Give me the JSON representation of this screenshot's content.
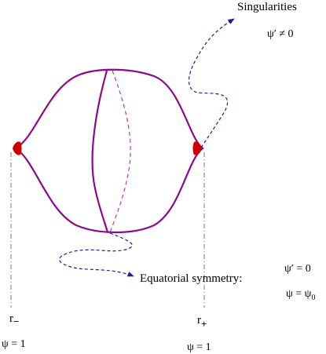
{
  "labels": {
    "singularities": "Singularities",
    "psi_prime_neq": "ψ′ ≠ 0",
    "equatorial_symmetry": "Equatorial symmetry:",
    "psi_prime_zero": "ψ′ = 0",
    "psi_eq_psi0": "ψ  = ψ",
    "psi0_sub": "0",
    "r_minus": "r",
    "r_minus_sub": "−",
    "r_plus": "r",
    "r_plus_sub": "+",
    "psi_one_left": "ψ  = 1",
    "psi_one_right": "ψ  = 1"
  },
  "colors": {
    "outline": "#8b0a8b",
    "meridian_dashed": "#c030c0",
    "singular_fill": "#cc0000",
    "arrow": "#1a1a9a",
    "guide": "#777777",
    "text": "#000000"
  }
}
